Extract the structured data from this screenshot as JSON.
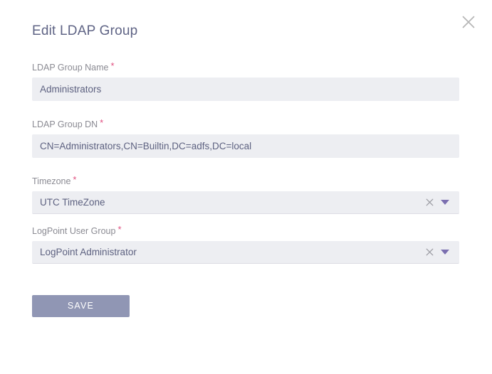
{
  "modal": {
    "title": "Edit LDAP Group",
    "close_icon": "close-icon"
  },
  "form": {
    "fields": [
      {
        "label": "LDAP Group Name",
        "required_marker": "*",
        "value": "Administrators",
        "type": "text"
      },
      {
        "label": "LDAP Group DN",
        "required_marker": "*",
        "value": "CN=Administrators,CN=Builtin,DC=adfs,DC=local",
        "type": "text"
      },
      {
        "label": "Timezone",
        "required_marker": "*",
        "value": "UTC TimeZone",
        "type": "select",
        "clear_icon": "clear-icon",
        "caret_icon": "chevron-down-icon"
      },
      {
        "label": "LogPoint User Group",
        "required_marker": "*",
        "value": "LogPoint Administrator",
        "type": "select",
        "clear_icon": "clear-icon",
        "caret_icon": "chevron-down-icon"
      }
    ]
  },
  "actions": {
    "save_label": "SAVE"
  },
  "colors": {
    "title_text": "#5f6485",
    "label_text": "#8b8b93",
    "value_text": "#5d6180",
    "required_asterisk": "#e05080",
    "input_background": "#edeef2",
    "save_button": "#9096b4",
    "caret": "#7b6fb0",
    "close_icon": "#b5b5b5"
  }
}
